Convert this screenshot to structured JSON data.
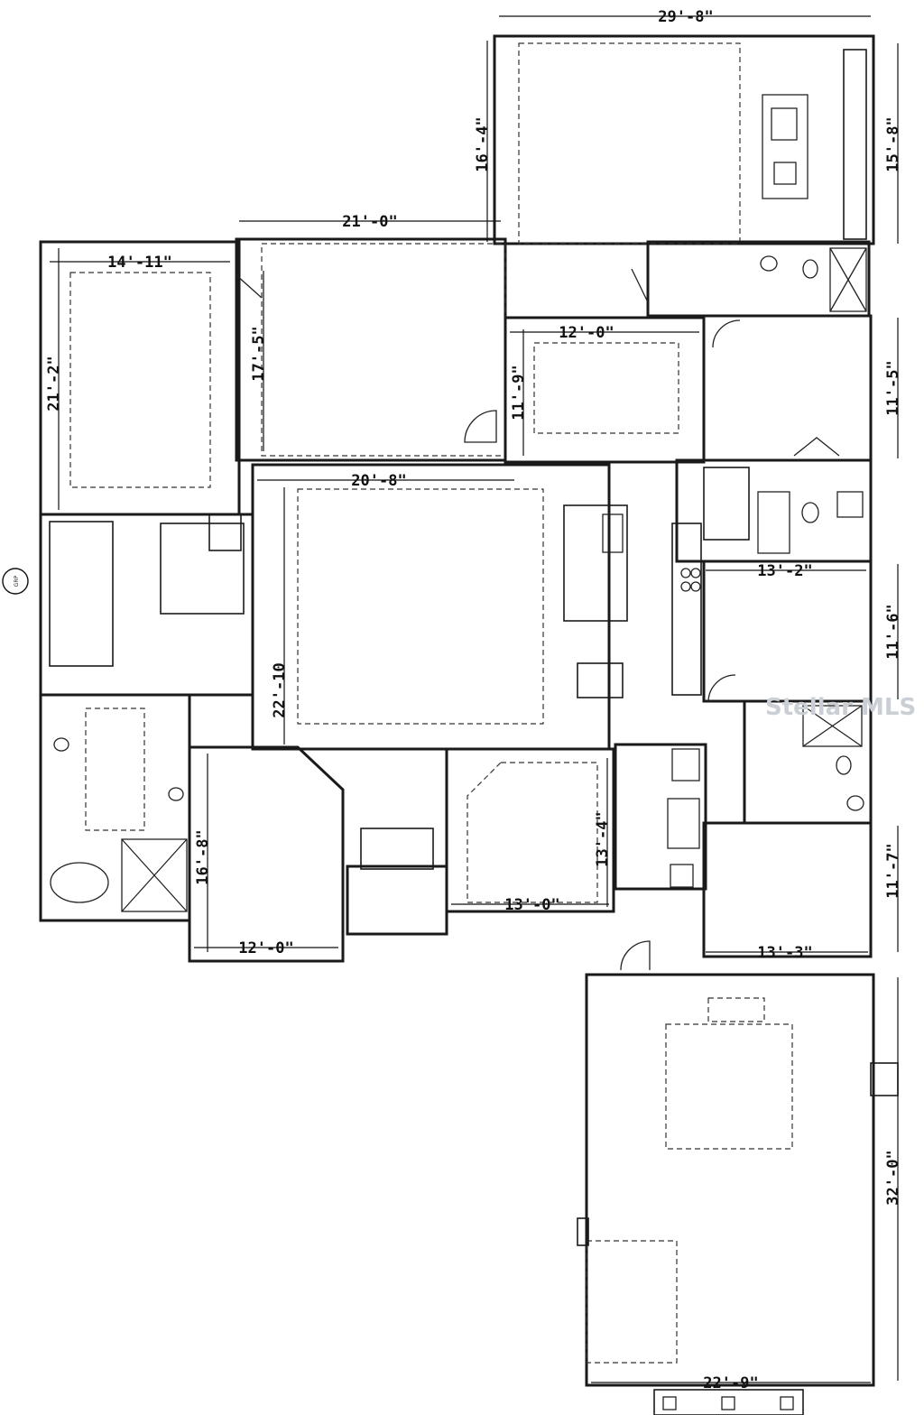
{
  "dimensions": [
    {
      "id": "top-width",
      "text": "29'-8\""
    },
    {
      "id": "lanai-depth",
      "text": "16'-4\""
    },
    {
      "id": "lanai-right-depth",
      "text": "15'-8\""
    },
    {
      "id": "lanai-width",
      "text": "21'-0\""
    },
    {
      "id": "master-width",
      "text": "14'-11\""
    },
    {
      "id": "master-depth",
      "text": "21'-2\""
    },
    {
      "id": "covered-depth",
      "text": "17'-5\""
    },
    {
      "id": "dining-width",
      "text": "12'-0\""
    },
    {
      "id": "dining-depth",
      "text": "11'-9\""
    },
    {
      "id": "bed2-depth",
      "text": "11'-5\""
    },
    {
      "id": "great-width",
      "text": "20'-8\""
    },
    {
      "id": "great-depth",
      "text": "22'-10"
    },
    {
      "id": "bed3-width",
      "text": "13'-2\""
    },
    {
      "id": "bed3-depth",
      "text": "11'-6\""
    },
    {
      "id": "study-depth",
      "text": "16'-8\""
    },
    {
      "id": "study-width",
      "text": "12'-0\""
    },
    {
      "id": "foyer-depth",
      "text": "13'-4\""
    },
    {
      "id": "foyer-width",
      "text": "13'-0\""
    },
    {
      "id": "bed4-depth",
      "text": "11'-7\""
    },
    {
      "id": "bed4-width",
      "text": "13'-3\""
    },
    {
      "id": "garage-depth",
      "text": "32'-0\""
    },
    {
      "id": "garage-width",
      "text": "22'-9\""
    }
  ],
  "watermark": "Stellar MLS",
  "north_marker": "GRP"
}
